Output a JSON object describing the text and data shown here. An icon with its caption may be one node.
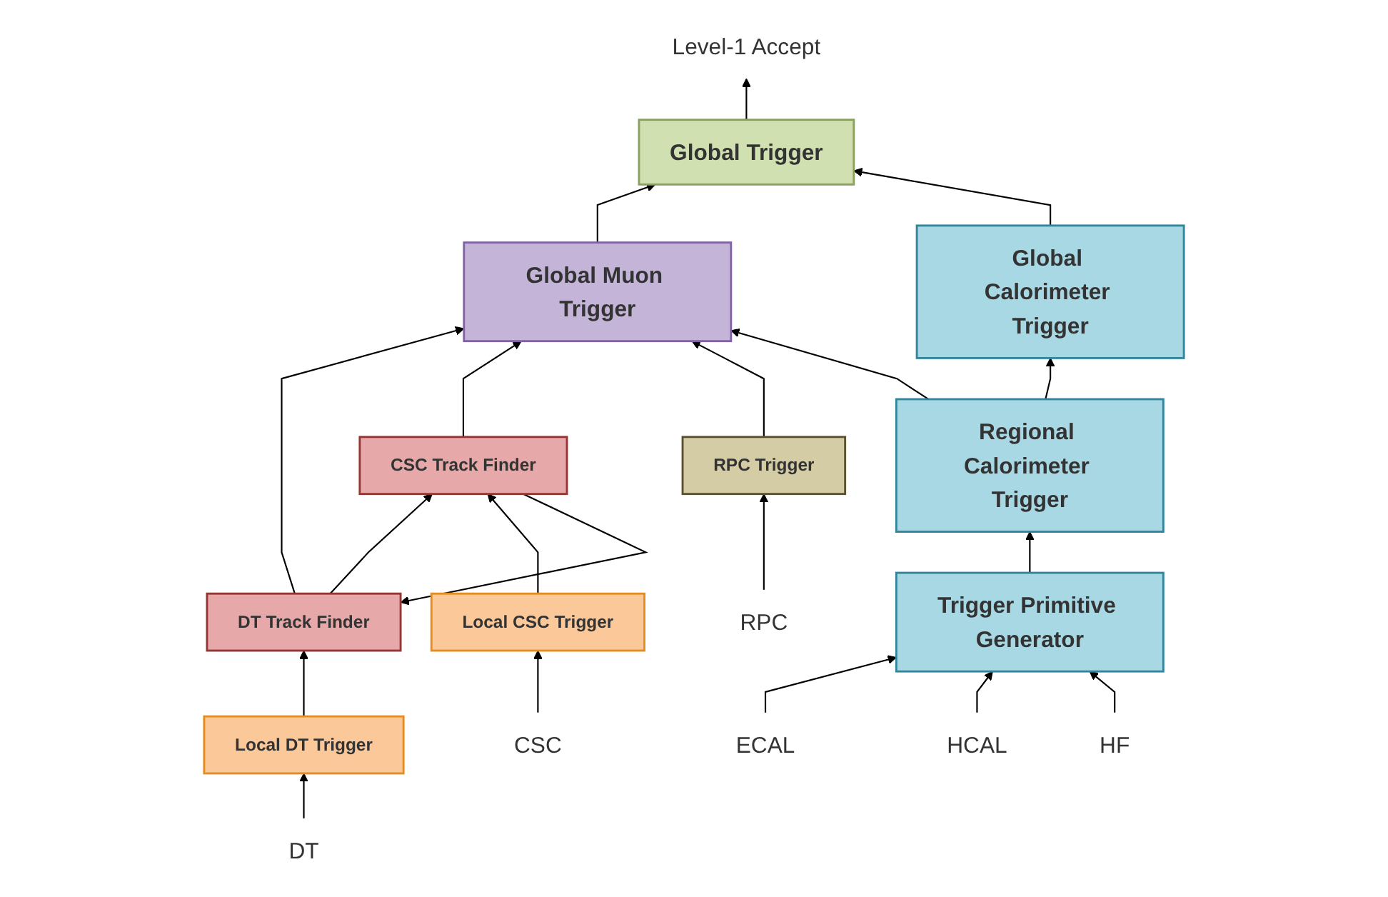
{
  "diagram": {
    "nodes": [
      {
        "text": [
          "Level-1 Accept"
        ]
      },
      {
        "text": [
          "Global Trigger"
        ]
      },
      {
        "text": [
          "Global Muon Trigger"
        ]
      },
      {
        "text": [
          "Global Calorimeter Trigger"
        ]
      },
      {
        "text": [
          "DT Track Finder"
        ]
      },
      {
        "text": [
          "CSC Track Finder"
        ]
      },
      {
        "text": [
          "RPC Trigger"
        ]
      },
      {
        "text": [
          "Regional Calorimeter Trigger"
        ]
      },
      {
        "text": [
          "Local DT Trigger"
        ]
      },
      {
        "text": [
          "Local CSC Trigger"
        ]
      },
      {
        "text": [
          "Trigger Primitive Generator"
        ]
      },
      {
        "text": [
          "DT"
        ]
      },
      {
        "text": [
          "CSC"
        ]
      },
      {
        "text": [
          "RPC"
        ]
      },
      {
        "text": [
          "ECAL"
        ]
      },
      {
        "text": [
          "HCAL"
        ]
      },
      {
        "text": [
          "HF"
        ]
      }
    ],
    "edges": [
      {
        "from": 1,
        "to": 0,
        "arrow": "to"
      },
      {
        "from": 2,
        "to": 1,
        "arrow": "to"
      },
      {
        "from": 3,
        "to": 1,
        "arrow": "to"
      },
      {
        "from": 4,
        "to": 2,
        "arrow": "to"
      },
      {
        "from": 5,
        "to": 2,
        "arrow": "to"
      },
      {
        "from": 6,
        "to": 2,
        "arrow": "to"
      },
      {
        "from": 7,
        "to": 2,
        "arrow": "to"
      },
      {
        "from": 7,
        "to": 3,
        "arrow": "to"
      },
      {
        "from": 4,
        "to": 5,
        "arrow": "to"
      },
      {
        "from": 5,
        "to": 4,
        "arrow": "to"
      },
      {
        "from": 8,
        "to": 4,
        "arrow": "to"
      },
      {
        "from": 9,
        "to": 5,
        "arrow": "to"
      },
      {
        "from": 13,
        "to": 6,
        "arrow": "to"
      },
      {
        "from": 10,
        "to": 7,
        "arrow": "to"
      },
      {
        "from": 11,
        "to": 8,
        "arrow": "to"
      },
      {
        "from": 12,
        "to": 9,
        "arrow": "to"
      },
      {
        "from": 14,
        "to": 10,
        "arrow": "to"
      },
      {
        "from": 15,
        "to": 10,
        "arrow": "to"
      },
      {
        "from": 16,
        "to": 10,
        "arrow": "to"
      }
    ]
  }
}
